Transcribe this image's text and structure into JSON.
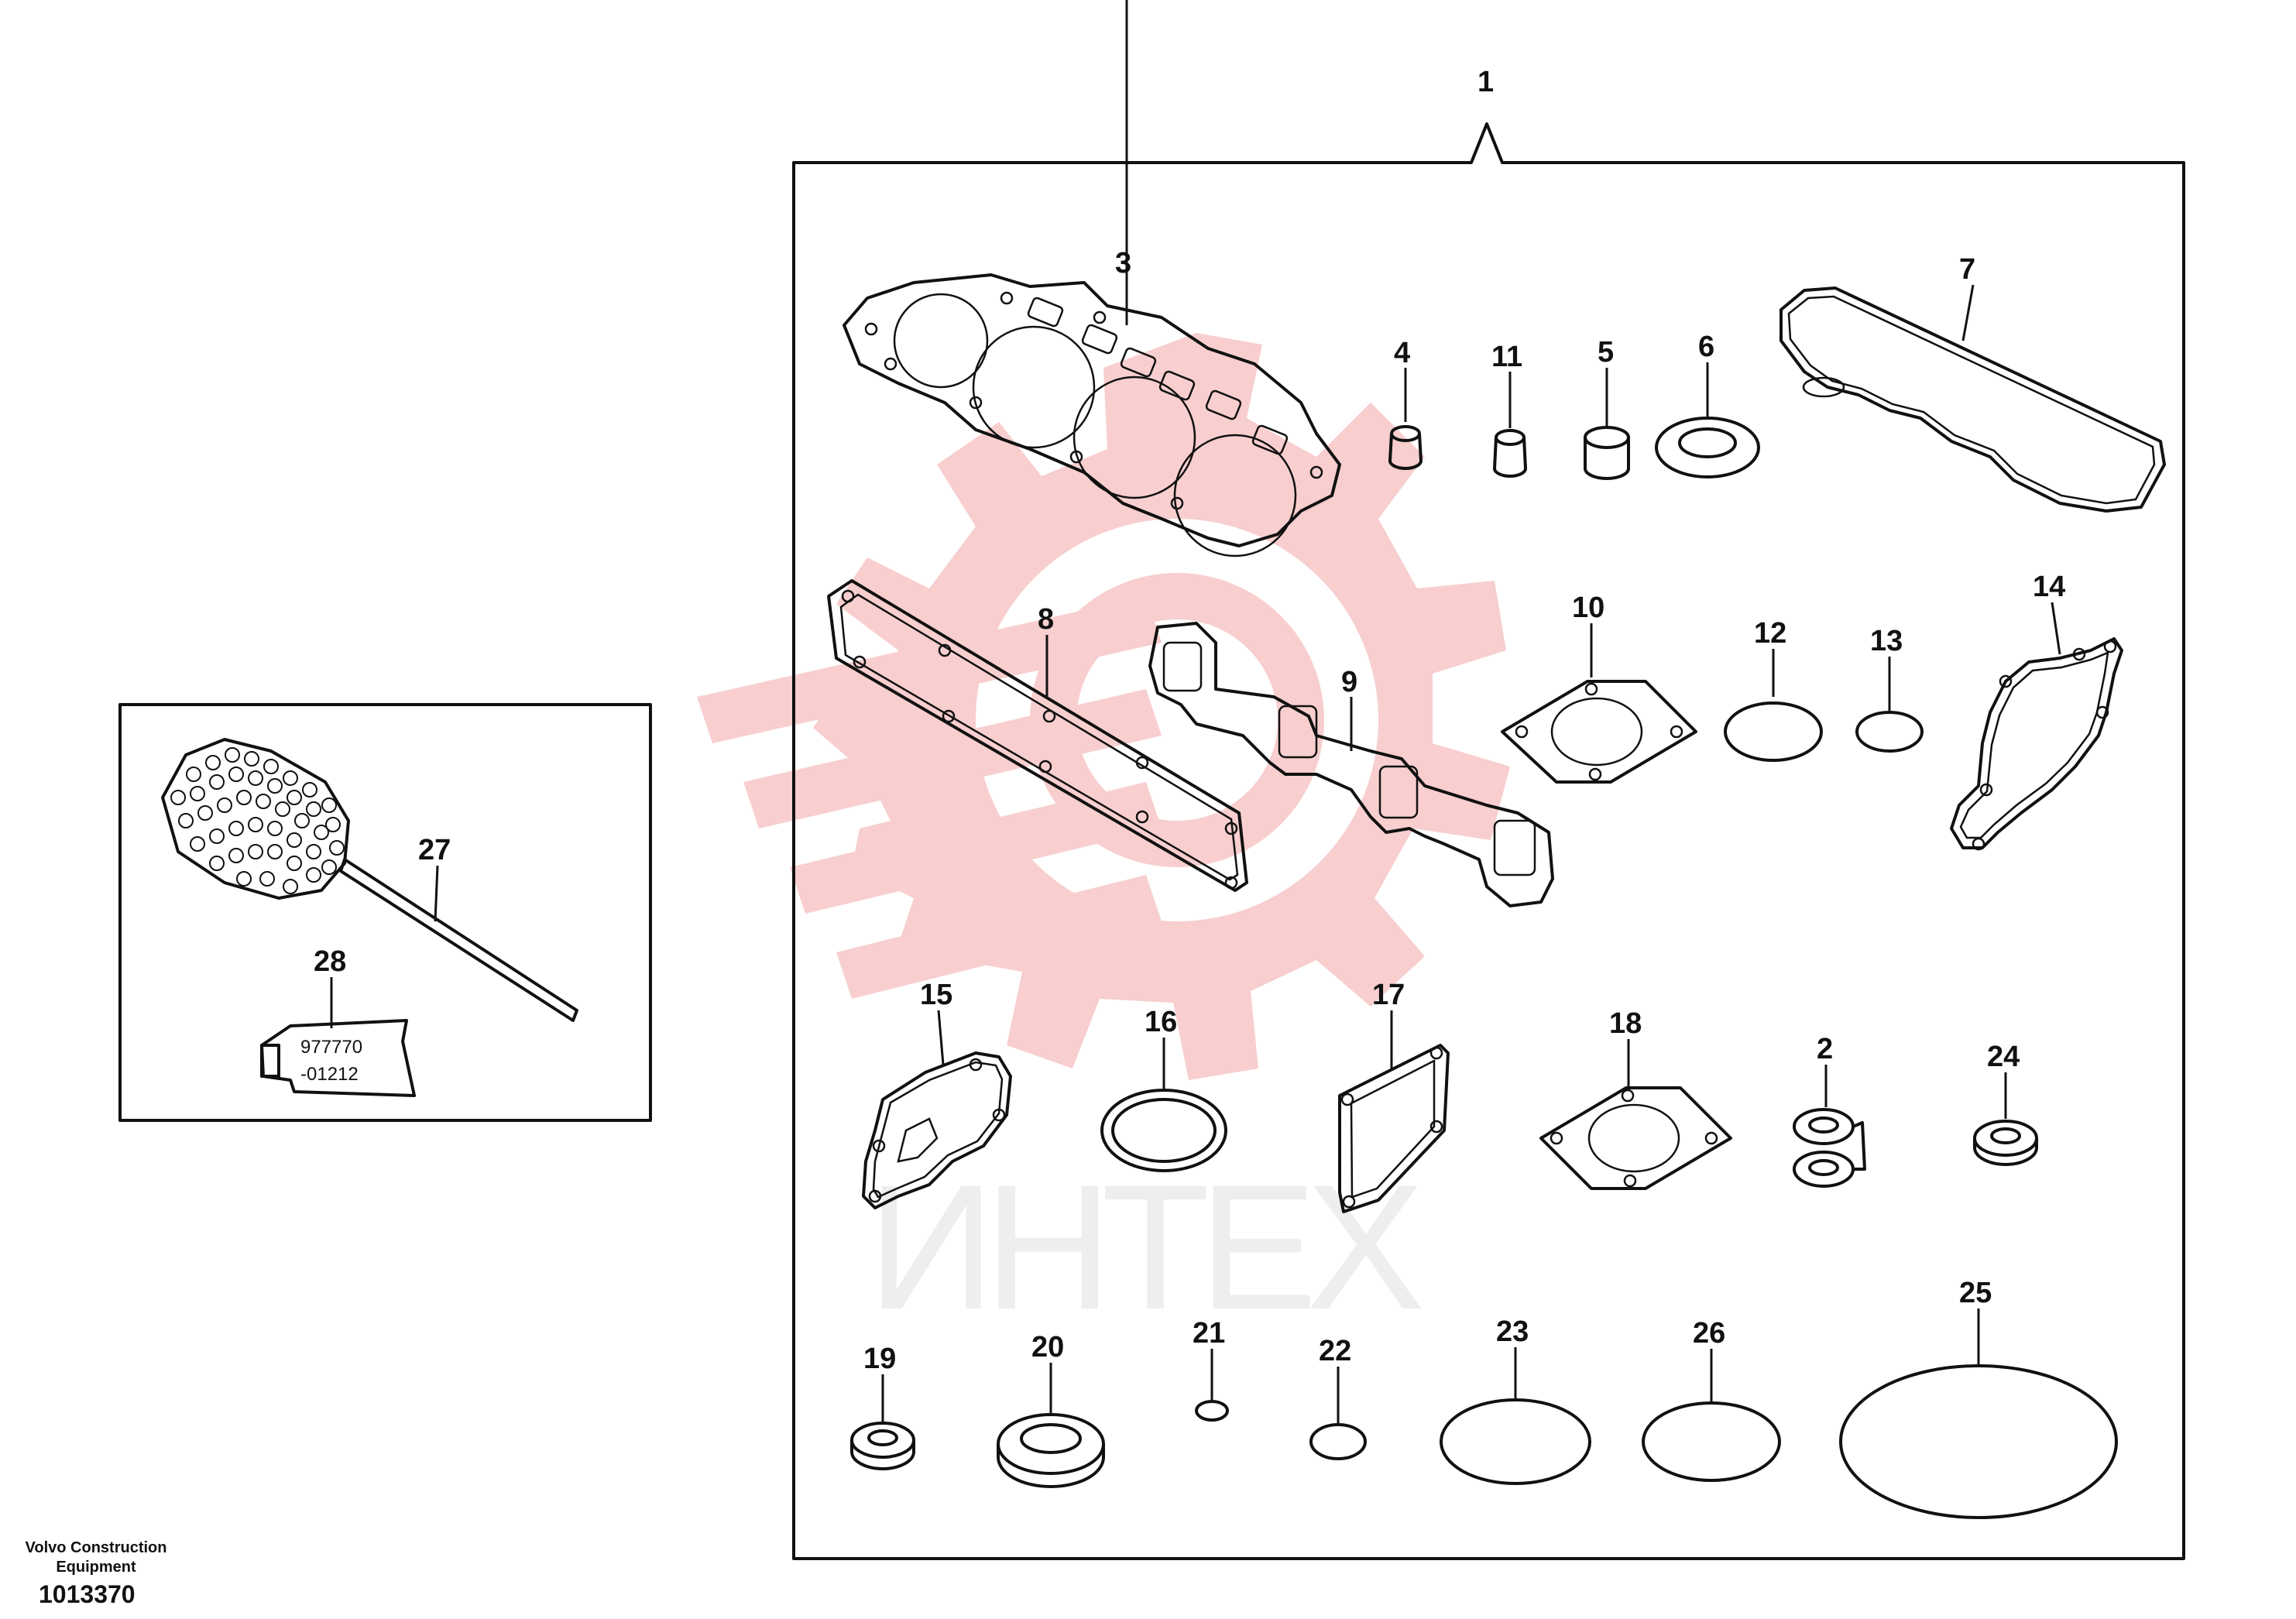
{
  "diagram": {
    "labels": {
      "p1": "1",
      "p2": "2",
      "p3": "3",
      "p4": "4",
      "p5": "5",
      "p6": "6",
      "p7": "7",
      "p8": "8",
      "p9": "9",
      "p10": "10",
      "p11": "11",
      "p12": "12",
      "p13": "13",
      "p14": "14",
      "p15": "15",
      "p16": "16",
      "p17": "17",
      "p18": "18",
      "p19": "19",
      "p20": "20",
      "p21": "21",
      "p22": "22",
      "p23": "23",
      "p24": "24",
      "p25": "25",
      "p26": "26",
      "p27": "27",
      "p28": "28"
    },
    "tube_text_line1": "977770",
    "tube_text_line2": "-01212",
    "watermark_text": "ИНТЕХ"
  },
  "footer": {
    "company": "Volvo Construction Equipment",
    "doc_number": "1013370"
  }
}
